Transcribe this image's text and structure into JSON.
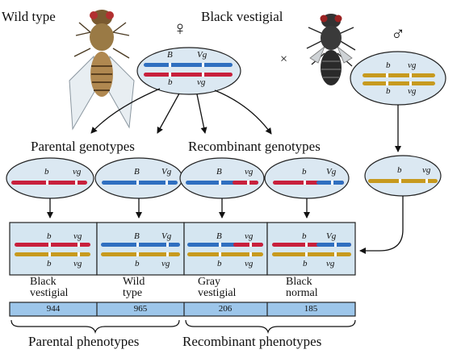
{
  "title_left": "Wild type",
  "title_right": "Black vestigial",
  "female_symbol": "♀",
  "male_symbol": "♂",
  "cross_symbol": "×",
  "female_parent": {
    "top": [
      "B",
      "Vg"
    ],
    "bottom": [
      "b",
      "vg"
    ]
  },
  "male_parent": {
    "top": [
      "b",
      "vg"
    ],
    "bottom": [
      "b",
      "vg"
    ]
  },
  "male_gamete": [
    "b",
    "vg"
  ],
  "group_parental_genotypes": "Parental genotypes",
  "group_recombinant_genotypes": "Recombinant genotypes",
  "gametes": [
    {
      "alleles": [
        "b",
        "vg"
      ]
    },
    {
      "alleles": [
        "B",
        "Vg"
      ]
    },
    {
      "alleles": [
        "B",
        "vg"
      ]
    },
    {
      "alleles": [
        "b",
        "Vg"
      ]
    }
  ],
  "offspring": [
    {
      "top": [
        "b",
        "vg"
      ],
      "bottom": [
        "b",
        "vg"
      ],
      "phenotype_line1": "Black",
      "phenotype_line2": "vestigial",
      "count": "944"
    },
    {
      "top": [
        "B",
        "Vg"
      ],
      "bottom": [
        "b",
        "vg"
      ],
      "phenotype_line1": "Wild",
      "phenotype_line2": "type",
      "count": "965"
    },
    {
      "top": [
        "B",
        "vg"
      ],
      "bottom": [
        "b",
        "vg"
      ],
      "phenotype_line1": "Gray",
      "phenotype_line2": "vestigial",
      "count": "206"
    },
    {
      "top": [
        "b",
        "Vg"
      ],
      "bottom": [
        "b",
        "vg"
      ],
      "phenotype_line1": "Black",
      "phenotype_line2": "normal",
      "count": "185"
    }
  ],
  "group_parental_phenotypes": "Parental phenotypes",
  "group_recombinant_phenotypes": "Recombinant phenotypes",
  "colors": {
    "maternal_red": "#c8203c",
    "paternal_blue": "#2f6fc0",
    "paternal_yellow": "#c79a1e",
    "oval_fill": "#dbe8f2",
    "box_fill": "#d5e6f1",
    "count_bar": "#9dc6ea"
  }
}
